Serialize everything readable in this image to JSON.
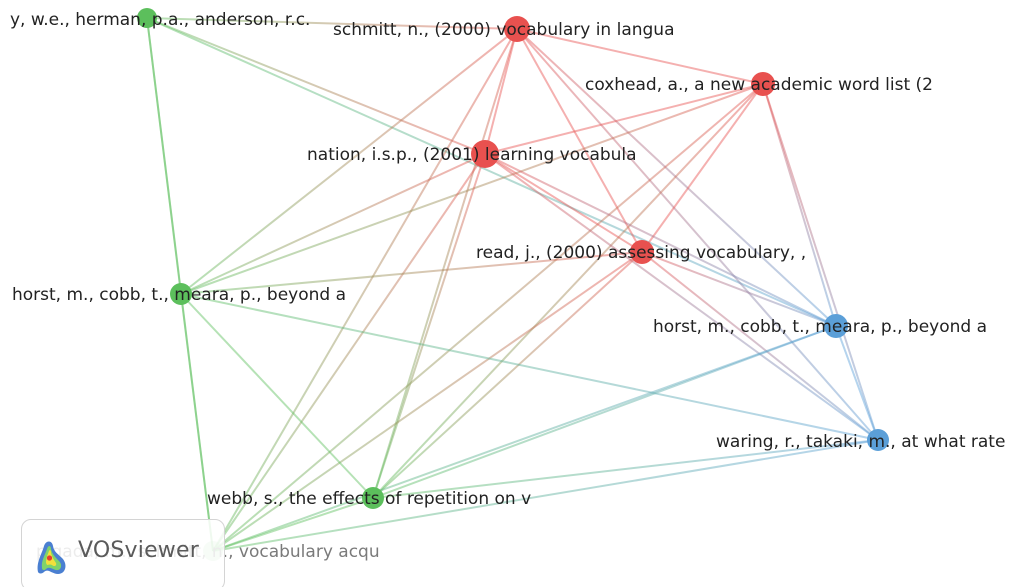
{
  "network": {
    "nodes": [
      {
        "id": "anderson",
        "label": "y, w.e., herman, p.a., anderson, r.c.",
        "cluster": "green"
      },
      {
        "id": "schmitt",
        "label": "schmitt, n., (2000) vocabulary in langua",
        "cluster": "red"
      },
      {
        "id": "coxhead",
        "label": "coxhead, a., a new academic word list (2",
        "cluster": "red"
      },
      {
        "id": "nation",
        "label": "nation, i.s.p., (2001) learning vocabula",
        "cluster": "red"
      },
      {
        "id": "read",
        "label": "read, j., (2000) assessing vocabulary, ,",
        "cluster": "red"
      },
      {
        "id": "horst_green",
        "label": "horst, m., cobb, t., meara, p., beyond a",
        "cluster": "green"
      },
      {
        "id": "horst_blue",
        "label": "horst, m., cobb, t., meara, p., beyond a",
        "cluster": "blue"
      },
      {
        "id": "waring",
        "label": "waring, r., takaki, m., at what rate",
        "cluster": "blue"
      },
      {
        "id": "webb",
        "label": "webb, s., the effects of repetition on v",
        "cluster": "green"
      },
      {
        "id": "pigada",
        "label": "pigada, m., schmitt, n., vocabulary acqu",
        "cluster": "green"
      }
    ],
    "links": [
      [
        "anderson",
        "schmitt"
      ],
      [
        "anderson",
        "nation"
      ],
      [
        "anderson",
        "horst_green"
      ],
      [
        "anderson",
        "pigada"
      ],
      [
        "anderson",
        "horst_blue"
      ],
      [
        "schmitt",
        "coxhead"
      ],
      [
        "schmitt",
        "nation"
      ],
      [
        "schmitt",
        "read"
      ],
      [
        "schmitt",
        "horst_green"
      ],
      [
        "schmitt",
        "webb"
      ],
      [
        "schmitt",
        "pigada"
      ],
      [
        "schmitt",
        "horst_blue"
      ],
      [
        "schmitt",
        "waring"
      ],
      [
        "coxhead",
        "nation"
      ],
      [
        "coxhead",
        "read"
      ],
      [
        "coxhead",
        "horst_green"
      ],
      [
        "coxhead",
        "webb"
      ],
      [
        "coxhead",
        "pigada"
      ],
      [
        "coxhead",
        "horst_blue"
      ],
      [
        "coxhead",
        "waring"
      ],
      [
        "nation",
        "read"
      ],
      [
        "nation",
        "horst_green"
      ],
      [
        "nation",
        "webb"
      ],
      [
        "nation",
        "pigada"
      ],
      [
        "nation",
        "horst_blue"
      ],
      [
        "nation",
        "waring"
      ],
      [
        "read",
        "horst_green"
      ],
      [
        "read",
        "webb"
      ],
      [
        "read",
        "pigada"
      ],
      [
        "read",
        "horst_blue"
      ],
      [
        "read",
        "waring"
      ],
      [
        "horst_green",
        "webb"
      ],
      [
        "horst_green",
        "pigada"
      ],
      [
        "horst_green",
        "waring"
      ],
      [
        "horst_blue",
        "webb"
      ],
      [
        "horst_blue",
        "waring"
      ],
      [
        "horst_blue",
        "pigada"
      ],
      [
        "waring",
        "webb"
      ],
      [
        "waring",
        "pigada"
      ],
      [
        "webb",
        "pigada"
      ]
    ]
  },
  "colors": {
    "red": "#e8514f",
    "green": "#5cbf5c",
    "blue": "#5b9fd8"
  },
  "badge": {
    "brand_text": "VOSviewer",
    "logo_icon": "vosviewer-heatmap-logo-icon"
  }
}
